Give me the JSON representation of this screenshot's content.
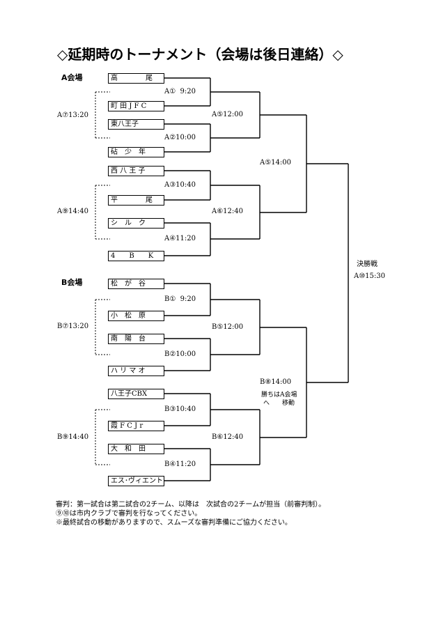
{
  "title": "◇延期時のトーナメント（会場は後日連絡）◇",
  "venues": {
    "a": "A会場",
    "b": "B会場"
  },
  "teams": [
    "高　　　　尾",
    "町 田 J F C",
    "東八王子",
    "砧　少　年",
    "西 八 王 子",
    "平　　　　尾",
    "シ　ル　ク",
    "4　　B　　K",
    "松　が　谷",
    "小　松　原",
    "南　陽　台",
    "ハ リ マ オ",
    "八王子CBX",
    "霞 F C J r",
    "大　和　田",
    "エス･ヴィエント"
  ],
  "round1": [
    "A①  9:20",
    "A②10:00",
    "A③10:40",
    "A④11:20",
    "B①  9:20",
    "B②10:00",
    "B③10:40",
    "B④11:20"
  ],
  "consolation": [
    "A⑦13:20",
    "A⑨14:40",
    "B⑦13:20",
    "B⑨14:40"
  ],
  "round2": [
    "A⑤12:00",
    "A⑥12:40",
    "B⑤12:00",
    "B⑥12:40"
  ],
  "semis": [
    "A⑤14:00",
    "B⑧14:00"
  ],
  "semi_note": {
    "line1": "勝ちはA会場",
    "line2": "へ　　移動"
  },
  "final": {
    "label": "決勝戦",
    "time": "A⑩15:30"
  },
  "notes": [
    "審判：第一試合は第二試合の2チーム、以降は　次試合の2チームが担当（前審判制）。",
    "⑨⑩は市内クラブで審判を行なってください。",
    "※最終試合の移動がありますので、スムーズな審判準備にご協力ください。"
  ]
}
